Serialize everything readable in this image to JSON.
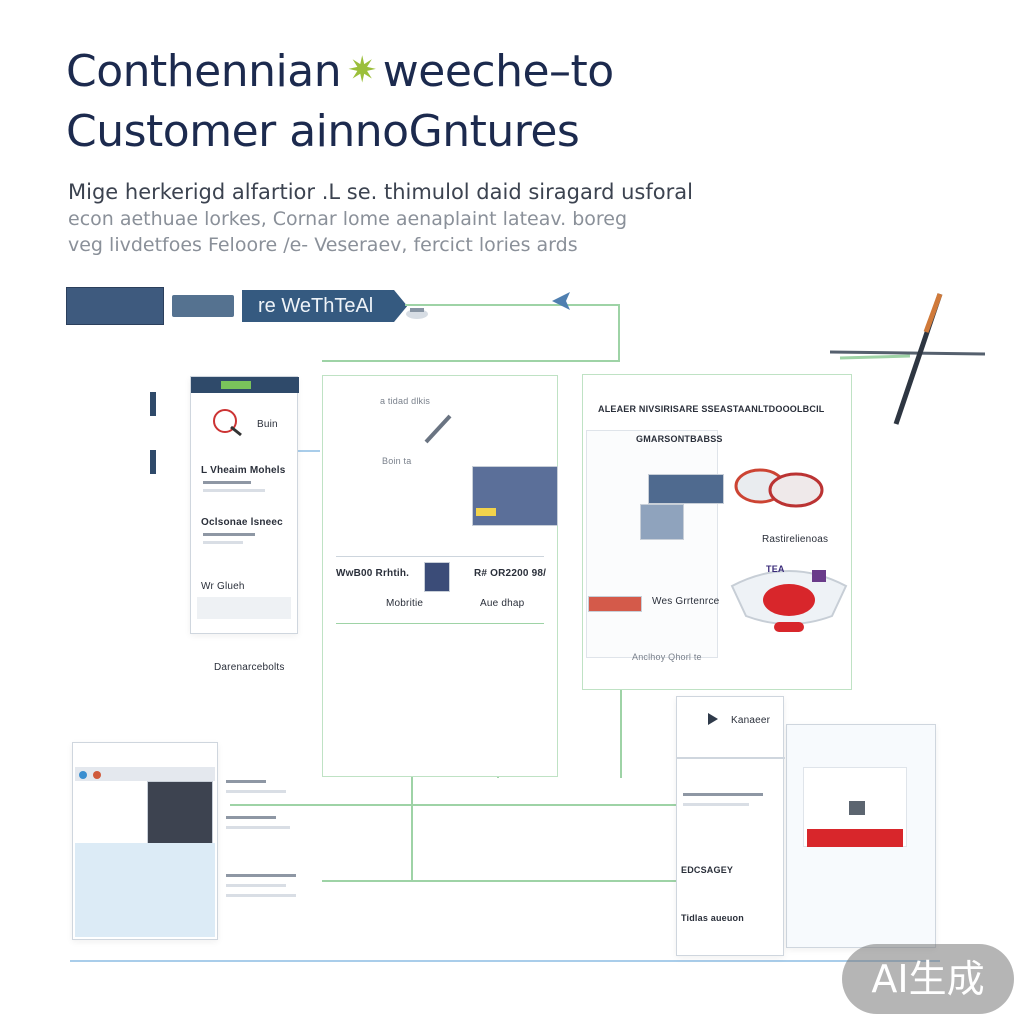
{
  "header": {
    "title_line1_a": "Conthennian",
    "title_line1_b": "weeche–to",
    "title_line2": "Customer ainnoGntures",
    "intro_line1": "Mige herkerigd alfartior .L se. thimulol daid siragard usforal",
    "intro_line2": "econ aethuae lorkes, Cornar lome aenaplaint lateav. boreg",
    "intro_line3": "veg livdetfoes Feloore /e- Veseraev, fercict lories ards"
  },
  "banner": {
    "label": "re WeThTeAl"
  },
  "left_card": {
    "item_label": "Buin",
    "section1": "L Vheaim Mohels",
    "section2": "Oclsonae lsneec",
    "section3": "Wr Glueh",
    "footer": "Darenarcebolts"
  },
  "center_panel": {
    "top_caption": "a tidad dlkis",
    "sub_caption": "Boin ta",
    "row_left": "WwB00 Rrhtih.",
    "row_left_sub": "Mobritie",
    "row_right": "R# OR2200 98/",
    "row_right_sub": "Aue dhap"
  },
  "right_panel": {
    "header": "ALEAER NIVSIRISARE SSEASTAANLTDOOOLBCIL",
    "label1": "GMARSONTBABSS",
    "label2": "Rastirelienoas",
    "label3": "Wes Grrtenrce",
    "label4": "Anclhoy Qhorl te",
    "badge": "TEA"
  },
  "bottom_right": {
    "title": "Kanaeer",
    "label1": "EDCSAGEY",
    "label2": "Tidlas aueuon"
  },
  "watermark": {
    "text": "AI生成"
  },
  "colors": {
    "title": "#1c2a4e",
    "connector": "#9ed3a6",
    "banner": "#355a80",
    "accent_red": "#d8262b"
  }
}
